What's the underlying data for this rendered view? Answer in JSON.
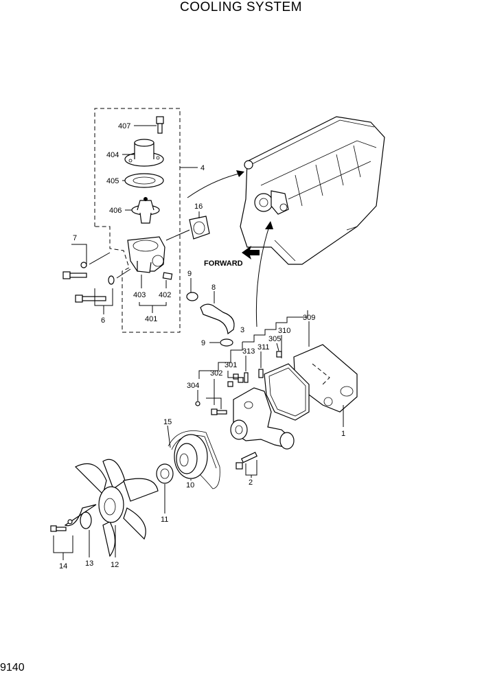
{
  "title": "COOLING SYSTEM",
  "page_number": "9140",
  "forward_label": "FORWARD",
  "callouts": {
    "c407": "407",
    "c404": "404",
    "c405": "405",
    "c406": "406",
    "c4": "4",
    "c16": "16",
    "c7": "7",
    "c6": "6",
    "c403": "403",
    "c402": "402",
    "c401": "401",
    "c9a": "9",
    "c8": "8",
    "c9b": "9",
    "c3": "3",
    "c309": "309",
    "c310": "310",
    "c305": "305",
    "c311": "311",
    "c313": "313",
    "c301": "301",
    "c302": "302",
    "c304": "304",
    "c1": "1",
    "c15": "15",
    "c2": "2",
    "c10": "10",
    "c11": "11",
    "c14": "14",
    "c13": "13",
    "c12": "12"
  }
}
